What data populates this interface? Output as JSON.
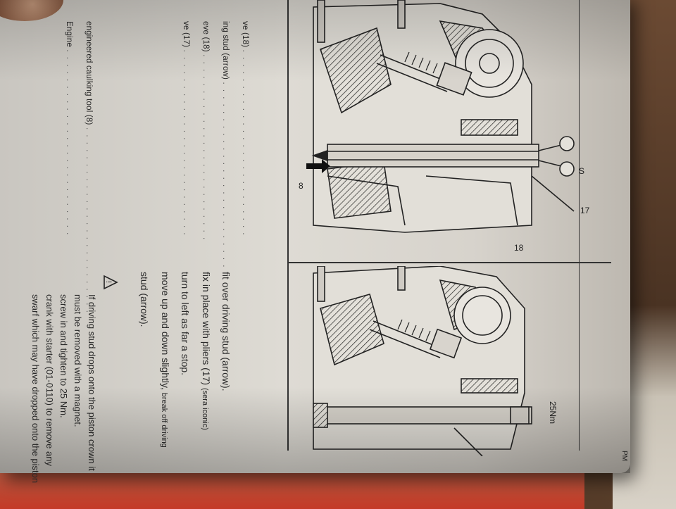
{
  "left_column": {
    "lines": [
      "ve (18)",
      "ing stud (arrow)",
      "eve (18)",
      "ve (17)",
      "",
      "engineered caulking tool (8)",
      "Engine"
    ],
    "leaders": ". . . . . . . . . . . . . . . . . . . . . . . . . ."
  },
  "figure_labels": {
    "ring": "S",
    "pliers": "17",
    "sleeve": "18",
    "tool": "8",
    "torque": "25Nm"
  },
  "instructions": [
    {
      "main": "fit over driving stud (arrow).",
      "note": ""
    },
    {
      "main": "fix in place with pliers (17)",
      "note": "(sera iconic)"
    },
    {
      "main": "turn to left as far a stop.",
      "note": ""
    },
    {
      "main": "move up and down slightly,",
      "note": "break off driving"
    },
    {
      "main": "stud (arrow).",
      "note": ""
    }
  ],
  "warning": {
    "lines": [
      "If driving stud drops onto the piston crown it",
      "must be removed with a magnet.",
      "screw in and tighten to 25 Nm.",
      "crank with starter (01-0110) to remove any",
      "swarf which may have dropped onto the piston"
    ]
  },
  "page_ref": "PM"
}
